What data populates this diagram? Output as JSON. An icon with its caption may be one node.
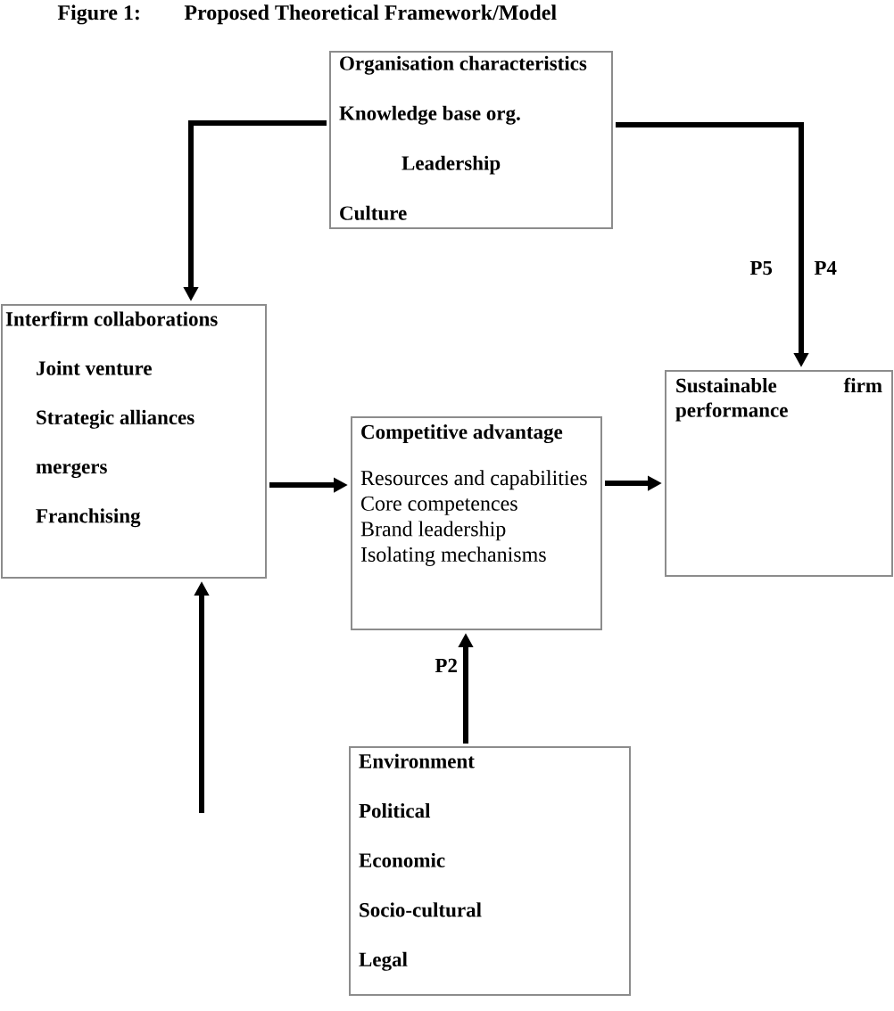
{
  "diagram": {
    "title": "Proposed Theoretical Framework/Model",
    "nodes": [
      {
        "text": [
          "Organisation characteristics",
          "Knowledge base org.",
          "Leadership",
          "Culture"
        ]
      },
      {
        "text": [
          "Interfirm collaborations",
          "Joint venture",
          "Strategic alliances",
          "mergers",
          "Franchising"
        ]
      },
      {
        "text": [
          "Competitive advantage",
          "Resources and capabilities",
          "Core competences",
          "Brand leadership",
          "Isolating mechanisms"
        ]
      },
      {
        "text": [
          "Sustainable firm performance"
        ]
      },
      {
        "text": [
          "Environment",
          "Political",
          "Economic",
          "Socio-cultural",
          "Legal"
        ]
      }
    ],
    "edges": [
      {
        "from": 0,
        "to": 1,
        "arrow": "to"
      },
      {
        "from": 0,
        "to": 3,
        "arrow": "to"
      },
      {
        "from": 1,
        "to": 2,
        "arrow": "to"
      },
      {
        "from": 2,
        "to": 3,
        "arrow": "to"
      },
      {
        "from": 4,
        "to": 2,
        "arrow": "to",
        "label": "P2"
      },
      {
        "from": null,
        "to": 1,
        "arrow": "to"
      }
    ],
    "labels": [
      "Figure 1:",
      "P5",
      "P4"
    ]
  }
}
